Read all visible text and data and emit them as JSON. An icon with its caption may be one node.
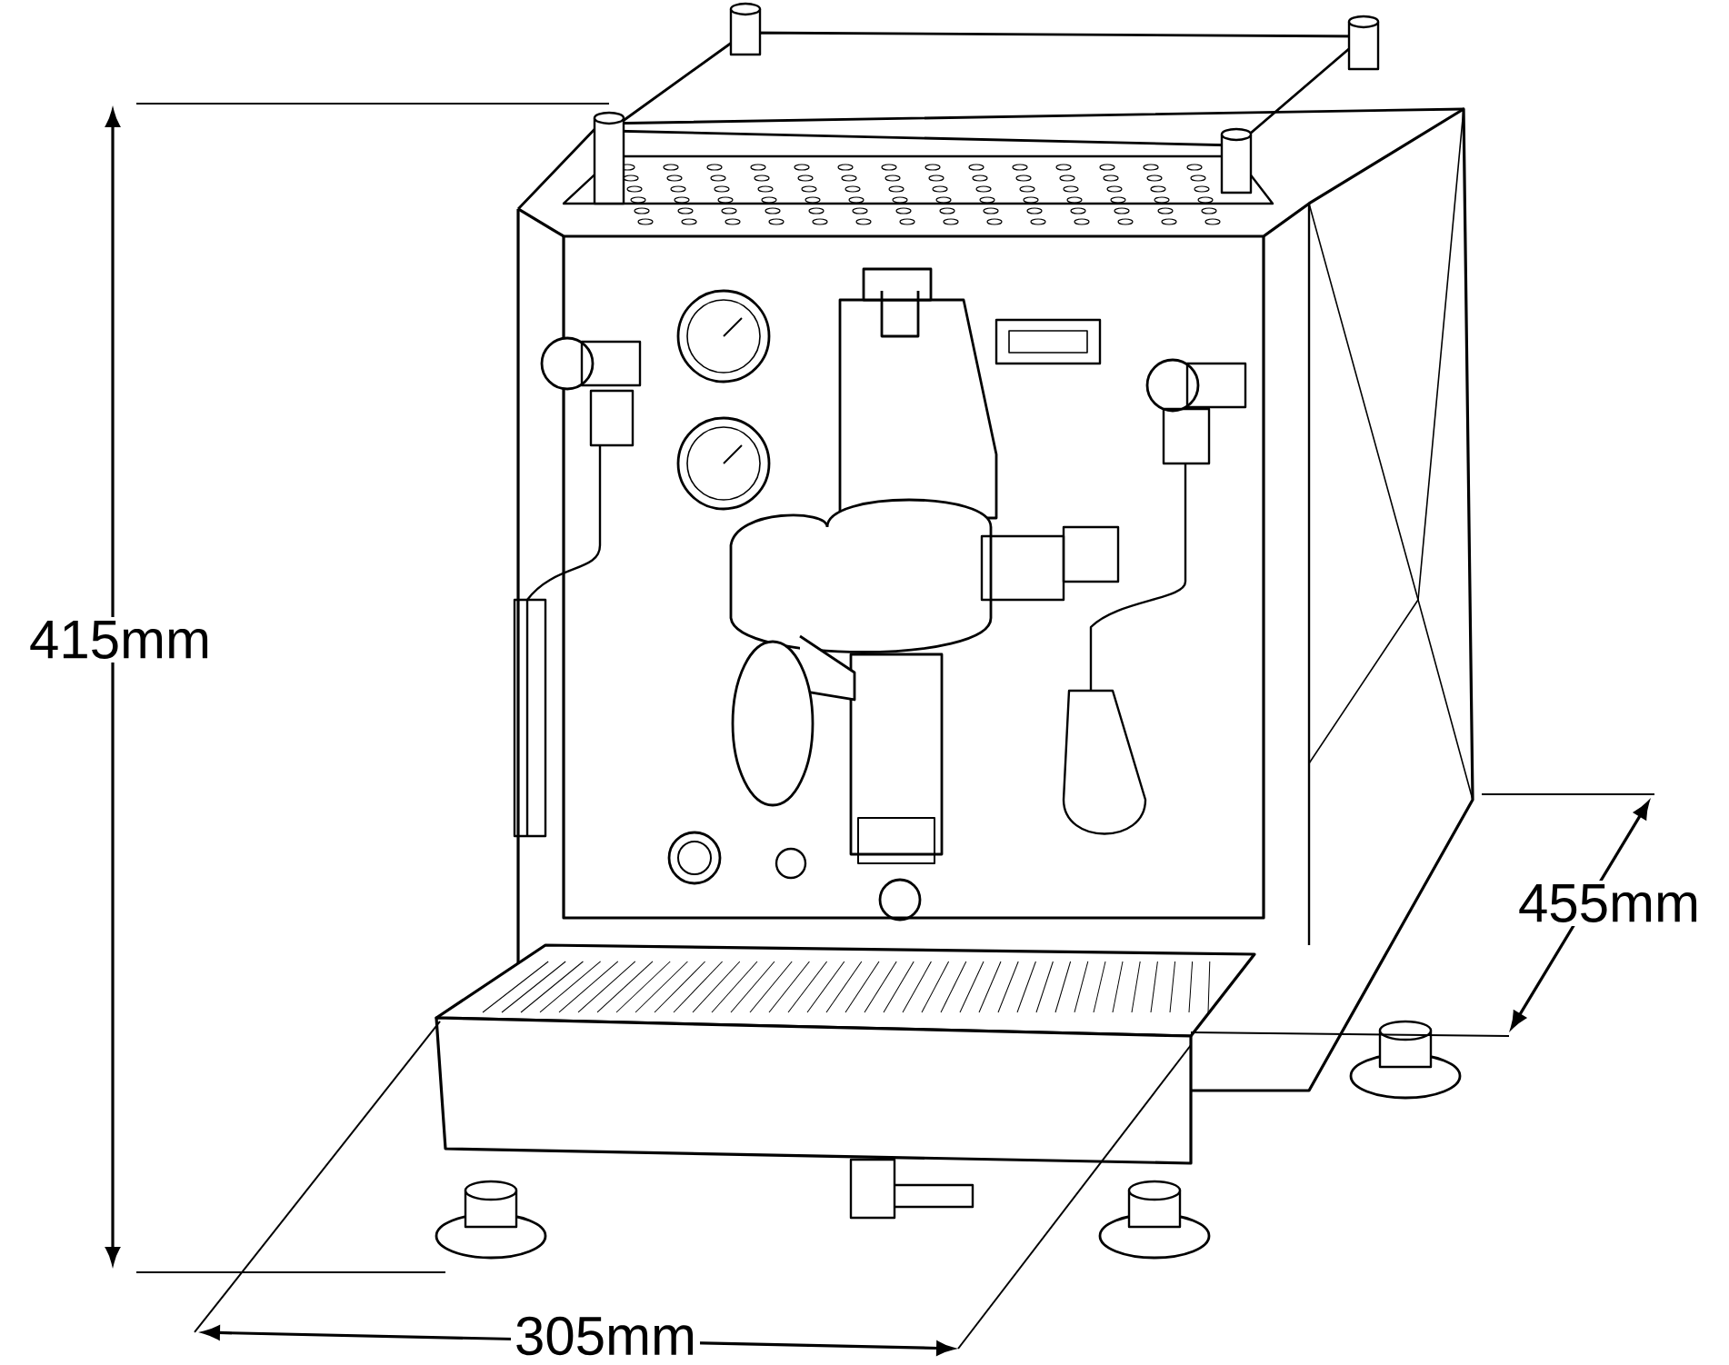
{
  "diagram": {
    "labels": [
      "415mm",
      "455mm",
      "305mm"
    ]
  }
}
